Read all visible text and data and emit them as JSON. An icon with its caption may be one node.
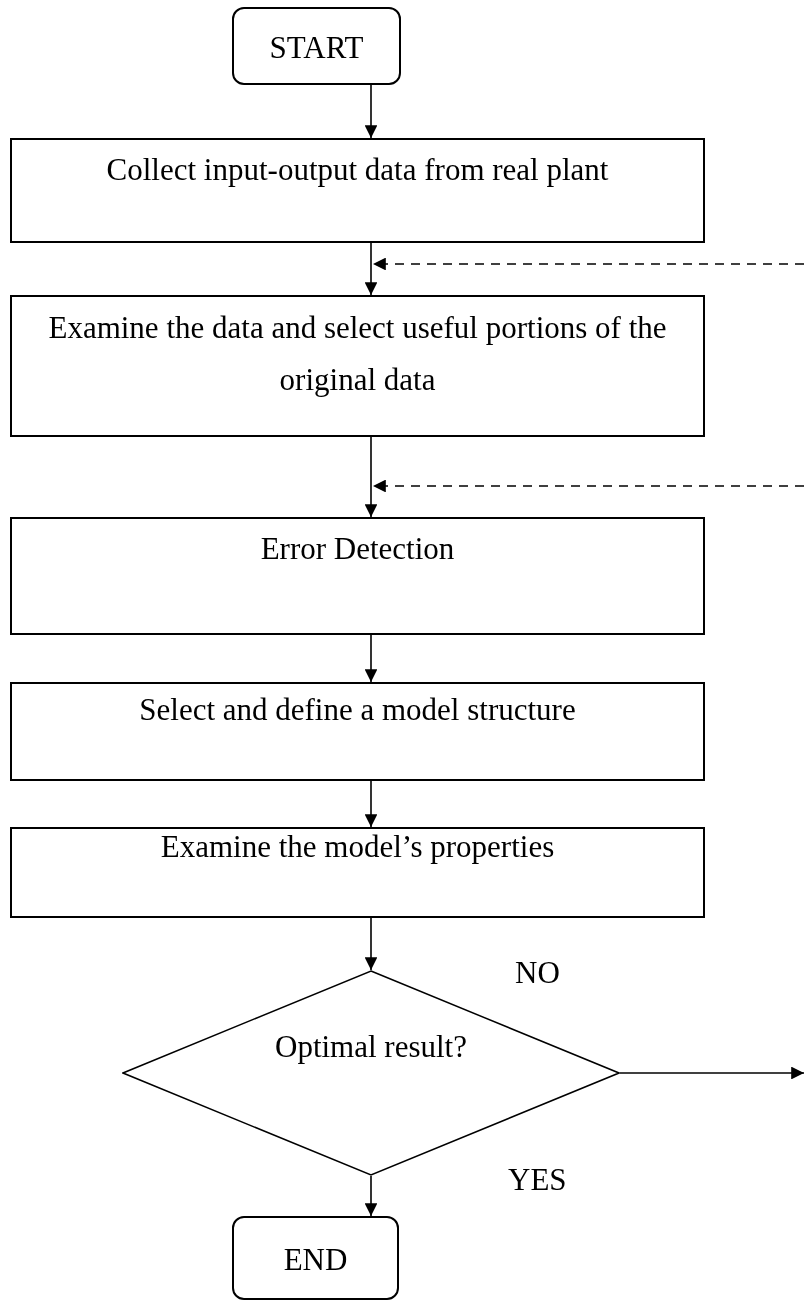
{
  "diagram": {
    "nodes": [
      {
        "text": [
          "START"
        ]
      },
      {
        "text": [
          "Collect input-output data from real plant"
        ]
      },
      {
        "text": [
          "Examine the data and select useful portions of the original data"
        ]
      },
      {
        "text": [
          "Error Detection"
        ]
      },
      {
        "text": [
          "Select and define a model structure"
        ]
      },
      {
        "text": [
          "Examine the model’s properties"
        ]
      },
      {
        "text": [
          "Optimal result?"
        ]
      },
      {
        "text": [
          "END"
        ]
      }
    ],
    "edges": [
      {
        "from": 0,
        "to": 1,
        "arrow": "to"
      },
      {
        "from": 1,
        "to": 2,
        "arrow": "to"
      },
      {
        "from": null,
        "to": 2,
        "arrow": "to",
        "style": "dashed"
      },
      {
        "from": 2,
        "to": 3,
        "arrow": "to"
      },
      {
        "from": null,
        "to": 3,
        "arrow": "to",
        "style": "dashed"
      },
      {
        "from": 3,
        "to": 4,
        "arrow": "to"
      },
      {
        "from": 4,
        "to": 5,
        "arrow": "to"
      },
      {
        "from": 5,
        "to": 6,
        "arrow": "to"
      },
      {
        "from": 6,
        "to": null,
        "arrow": "to",
        "label": "NO"
      },
      {
        "from": 6,
        "to": 7,
        "arrow": "to",
        "label": "YES"
      }
    ]
  }
}
